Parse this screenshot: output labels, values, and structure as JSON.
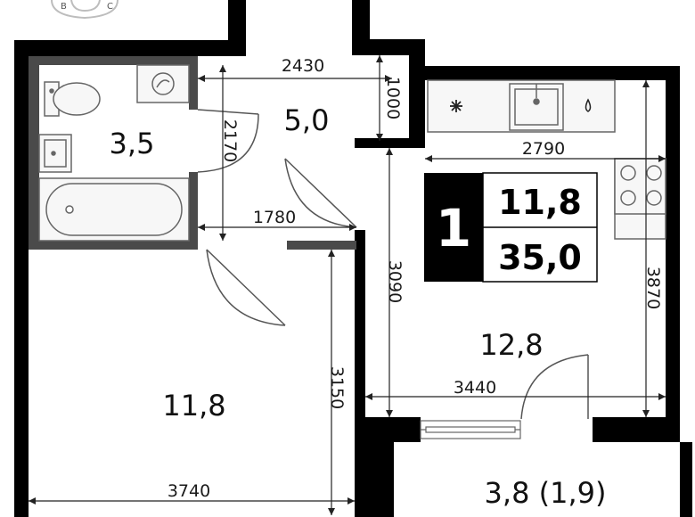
{
  "logo": {
    "letters": [
      "B",
      "C"
    ]
  },
  "rooms": {
    "bathroom_area": "3,5",
    "hall_area": "5,0",
    "kitchen_area": "12,8",
    "living_area": "11,8",
    "balcony_area": "3,8 (1,9)"
  },
  "dimensions": {
    "hall_width": "2430",
    "hall_depth": "1000",
    "bath_height": "2170",
    "bath_width": "1780",
    "kitchen_width": "2790",
    "kitchen_height": "3090",
    "kitchen_depth": "3870",
    "kitchen_length": "3440",
    "living_height": "3150",
    "living_width": "3740"
  },
  "info_box": {
    "rooms_count": "1",
    "living_area": "11,8",
    "total_area": "35,0"
  },
  "colors": {
    "wall": "#000000",
    "inner_wall": "#4a4a4a",
    "fixture_fill": "#f5f5f5",
    "fixture_stroke": "#666666"
  }
}
